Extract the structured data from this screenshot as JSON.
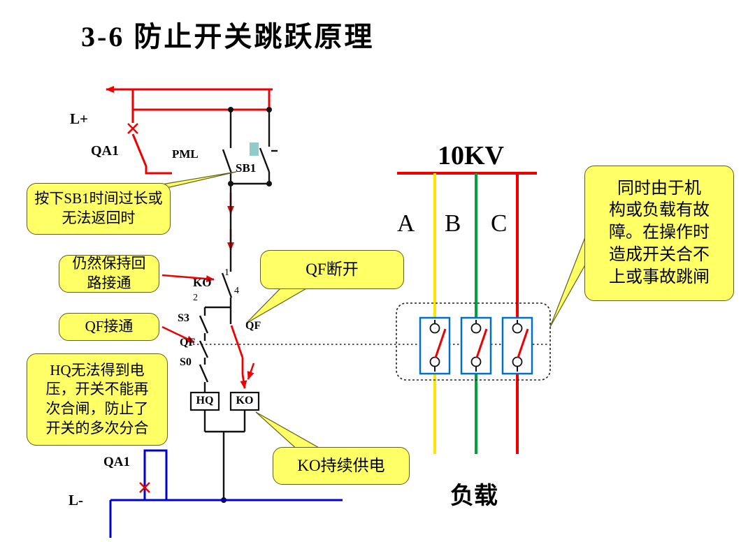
{
  "slide": {
    "title": "3-6  防止开关跳跃原理"
  },
  "control_circuit": {
    "labels": {
      "l_plus": "L+",
      "qa1_top": "QA1",
      "pml": "PML",
      "sb1": "SB1",
      "ko_contact": "KO",
      "terminal_1": "1",
      "terminal_4": "4",
      "terminal_2": "2",
      "s3": "S3",
      "qf_right": "QF",
      "qf_left": "QF",
      "s0": "S0",
      "hq_coil": "HQ",
      "ko_coil": "KO",
      "qa1_bottom": "QA1",
      "l_minus": "L-"
    },
    "callouts": {
      "sb1_pressed": "按下SB1时间过长或\n无法返回时",
      "keep_circuit": "仍然保持回\n路接通",
      "qf_on": "QF接通",
      "hq_blocked": "HQ无法得到电\n压，开关不能再\n次合闸，防止了\n开关的多次分合",
      "qf_off": "QF断开",
      "ko_supply": "KO持续供电"
    }
  },
  "power_circuit": {
    "voltage": "10KV",
    "phase_a": "A",
    "phase_b": "B",
    "phase_c": "C",
    "load": "负载",
    "callout_fault": "同时由于机\n构或负载有故\n障。在操作时\n造成开关合不\n上或事故跳闸"
  },
  "colors": {
    "wire_red": "#ee0000",
    "wire_blue": "#0000cc",
    "phase_a_yellow": "#ffe400",
    "phase_b_green": "#00a33a",
    "phase_c_red": "#ee0000",
    "callout_yellow": "#ffff66",
    "switch_box_blue": "#0070c3",
    "sb1_highlight": "#8fccc9"
  }
}
